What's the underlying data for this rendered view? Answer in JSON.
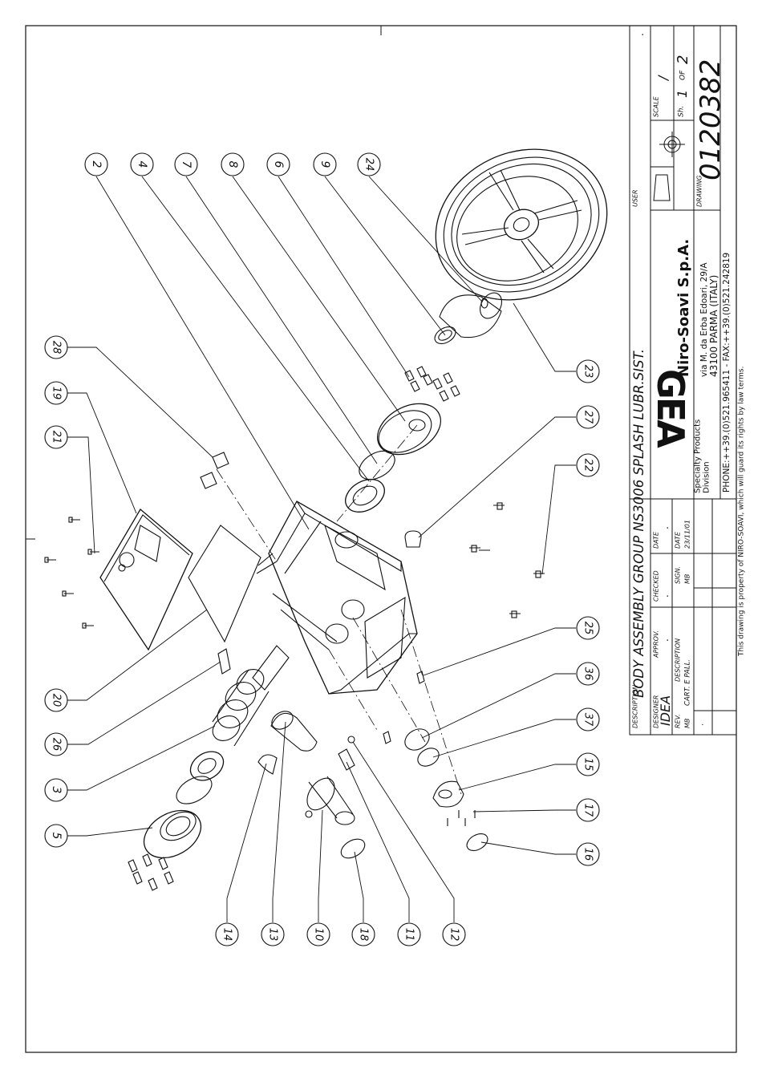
{
  "title_block": {
    "description_label": "DESCRIPTION",
    "description": "BODY ASSEMBLY GROUP NS3006 SPLASH LUBR.SIST.",
    "user_label": "USER",
    "user_value": ".",
    "scale_label": "SCALE",
    "scale_value": "/",
    "sheet_label": "Sh.",
    "sheet_num": "1",
    "sheet_of": "OF",
    "sheet_total": "2",
    "drawing_label": "DRAWING",
    "drawing_number": "0120382",
    "designer_label": "DESIGNER",
    "designer_value": "IDEA",
    "approv_label": "APPROV.",
    "approv_value": ".",
    "checked_label": "CHECKED",
    "checked_value": ".",
    "date_label": "DATE",
    "date_value": ".",
    "rev_label": "REV.",
    "rev_value": "MB",
    "rev_desc_label": "DESCRIPTION",
    "rev_desc_value": "CART. E PALL.",
    "sign_label": "SIGN.",
    "sign_value": "MB",
    "rev_date_label": "DATE",
    "rev_date_value": "23/11/01",
    "blank_dot": ".",
    "company": "Niro-Soavi S.p.A.",
    "division_line1": "Specialty Products",
    "division_line2": "Division",
    "address_line1": "via M. da Erba Edoari, 29/A",
    "address_line2": "43100 PARMA (ITALY)",
    "phone": "PHONE:++39.(0)521.965411 - FAX:++39.(0)521.242819",
    "copyright": "This drawing is property of NIRO-SOAVI, which will guard its rights by law terms."
  },
  "balloons": {
    "top": [
      "2",
      "4",
      "7",
      "8",
      "6",
      "9",
      "24"
    ],
    "left": [
      "28",
      "19",
      "21",
      "20",
      "26",
      "3",
      "5"
    ],
    "bottom": [
      "14",
      "13",
      "10",
      "18",
      "11",
      "12"
    ],
    "right": [
      "23",
      "27",
      "22",
      "25",
      "36",
      "37",
      "15",
      "17",
      "16"
    ]
  }
}
